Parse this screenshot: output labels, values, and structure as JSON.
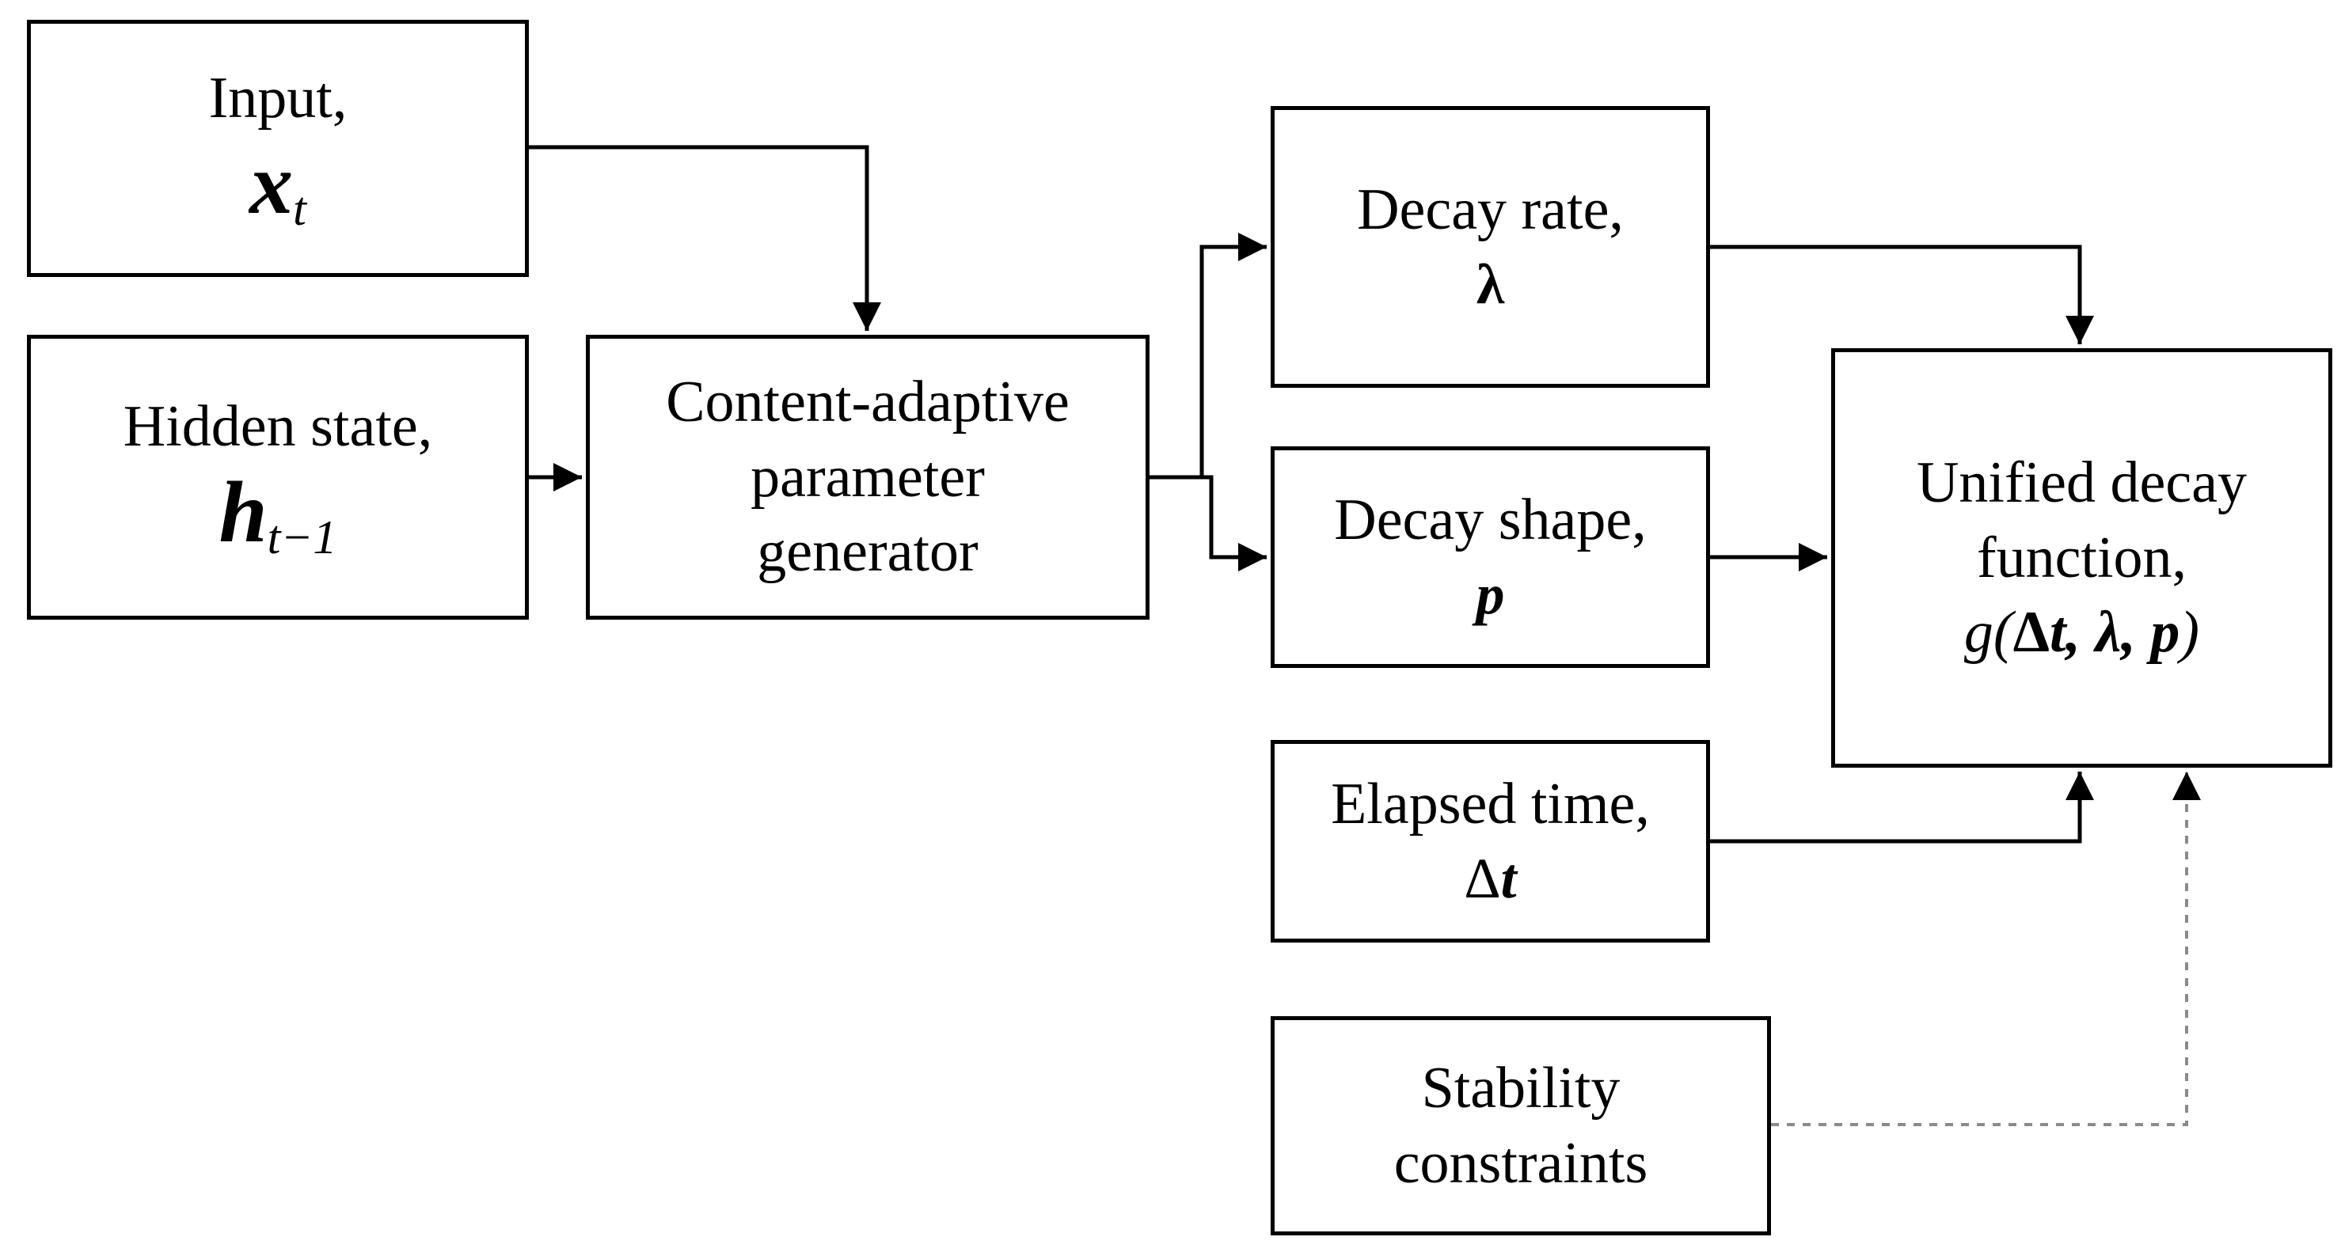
{
  "nodes": {
    "input": {
      "label": "Input,",
      "symbol_main": "x",
      "symbol_sub": "t"
    },
    "hidden": {
      "label": "Hidden state,",
      "symbol_main": "h",
      "symbol_sub": "t−1"
    },
    "generator": {
      "lines": [
        "Content-adaptive",
        "parameter",
        "generator"
      ]
    },
    "decay_rate": {
      "label": "Decay rate,",
      "symbol": "λ"
    },
    "decay_shape": {
      "label": "Decay shape,",
      "symbol": "p"
    },
    "elapsed": {
      "label": "Elapsed time,",
      "symbol_delta": "Δ",
      "symbol": "t"
    },
    "stability": {
      "lines": [
        "Stability",
        "constraints"
      ]
    },
    "unified": {
      "lines": [
        "Unified decay",
        "function,"
      ],
      "formula": {
        "g": "g(",
        "delta": "Δ",
        "t": "t,",
        "lambda": "λ,",
        "p": "p",
        "close": ")"
      }
    }
  },
  "edges": [
    {
      "from": "input",
      "to": "generator",
      "style": "solid"
    },
    {
      "from": "hidden",
      "to": "generator",
      "style": "solid"
    },
    {
      "from": "generator",
      "to": "decay_rate",
      "style": "solid"
    },
    {
      "from": "generator",
      "to": "decay_shape",
      "style": "solid"
    },
    {
      "from": "decay_rate",
      "to": "unified",
      "style": "solid"
    },
    {
      "from": "decay_shape",
      "to": "unified",
      "style": "solid"
    },
    {
      "from": "elapsed",
      "to": "unified",
      "style": "solid"
    },
    {
      "from": "stability",
      "to": "unified",
      "style": "dashed"
    }
  ],
  "colors": {
    "stroke": "#000000",
    "dashed": "#8a8a8a",
    "background": "#ffffff"
  }
}
